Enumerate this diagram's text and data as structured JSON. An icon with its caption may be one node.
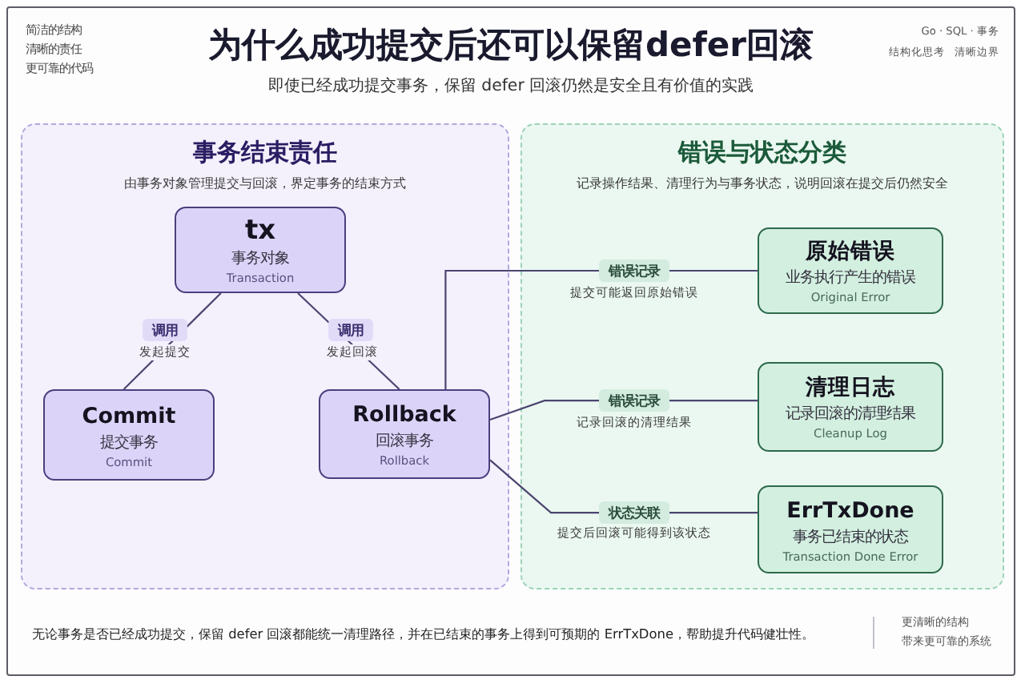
{
  "diagram": {
    "title": "为什么成功提交后还可以保留defer回滚",
    "nodes": [
      {
        "text": [
          "事务结束责任",
          "由事务对象管理提交与回滚，界定事务的结束方式"
        ]
      },
      {
        "text": [
          "tx",
          "事务对象",
          "Transaction"
        ],
        "in": 0
      },
      {
        "text": [
          "Commit",
          "提交事务",
          "Commit"
        ],
        "in": 0
      },
      {
        "text": [
          "Rollback",
          "回滚事务",
          "Rollback"
        ],
        "in": 0
      },
      {
        "text": [
          "错误与状态分类",
          "记录操作结果、清理行为与事务状态，说明回滚在提交后仍然安全"
        ]
      },
      {
        "text": [
          "原始错误",
          "业务执行产生的错误",
          "Original Error"
        ],
        "in": 4
      },
      {
        "text": [
          "清理日志",
          "记录回滚的清理结果",
          "Cleanup Log"
        ],
        "in": 4
      },
      {
        "text": [
          "ErrTxDone",
          "事务已结束的状态",
          "Transaction Done Error"
        ],
        "in": 4
      }
    ],
    "edges": [
      {
        "from": 1,
        "to": 2,
        "arrow": "none",
        "label": "调用"
      },
      {
        "from": 1,
        "to": 3,
        "arrow": "none",
        "label": "调用"
      },
      {
        "from": 3,
        "to": 5,
        "arrow": "none",
        "label": "错误记录"
      },
      {
        "from": 3,
        "to": 6,
        "arrow": "none",
        "label": "错误记录"
      },
      {
        "from": 3,
        "to": 7,
        "arrow": "none",
        "label": "状态关联"
      }
    ],
    "labels": [
      "简洁的结构",
      "清晰的责任",
      "更可靠的代码",
      "Go · SQL · 事务",
      "结构化思考",
      "清晰边界",
      "即使已经成功提交事务，保留 defer 回滚仍然是安全且有价值的实践",
      "发起提交",
      "发起回滚",
      "提交可能返回原始错误",
      "记录回滚的清理结果",
      "提交后回滚可能得到该状态",
      "无论事务是否已经成功提交，保留 defer 回滚都能统一清理路径，并在已结束的事务上得到可预期的 ErrTxDone，帮助提升代码健壮性。",
      "更清晰的结构",
      "带来更可靠的系统"
    ]
  }
}
